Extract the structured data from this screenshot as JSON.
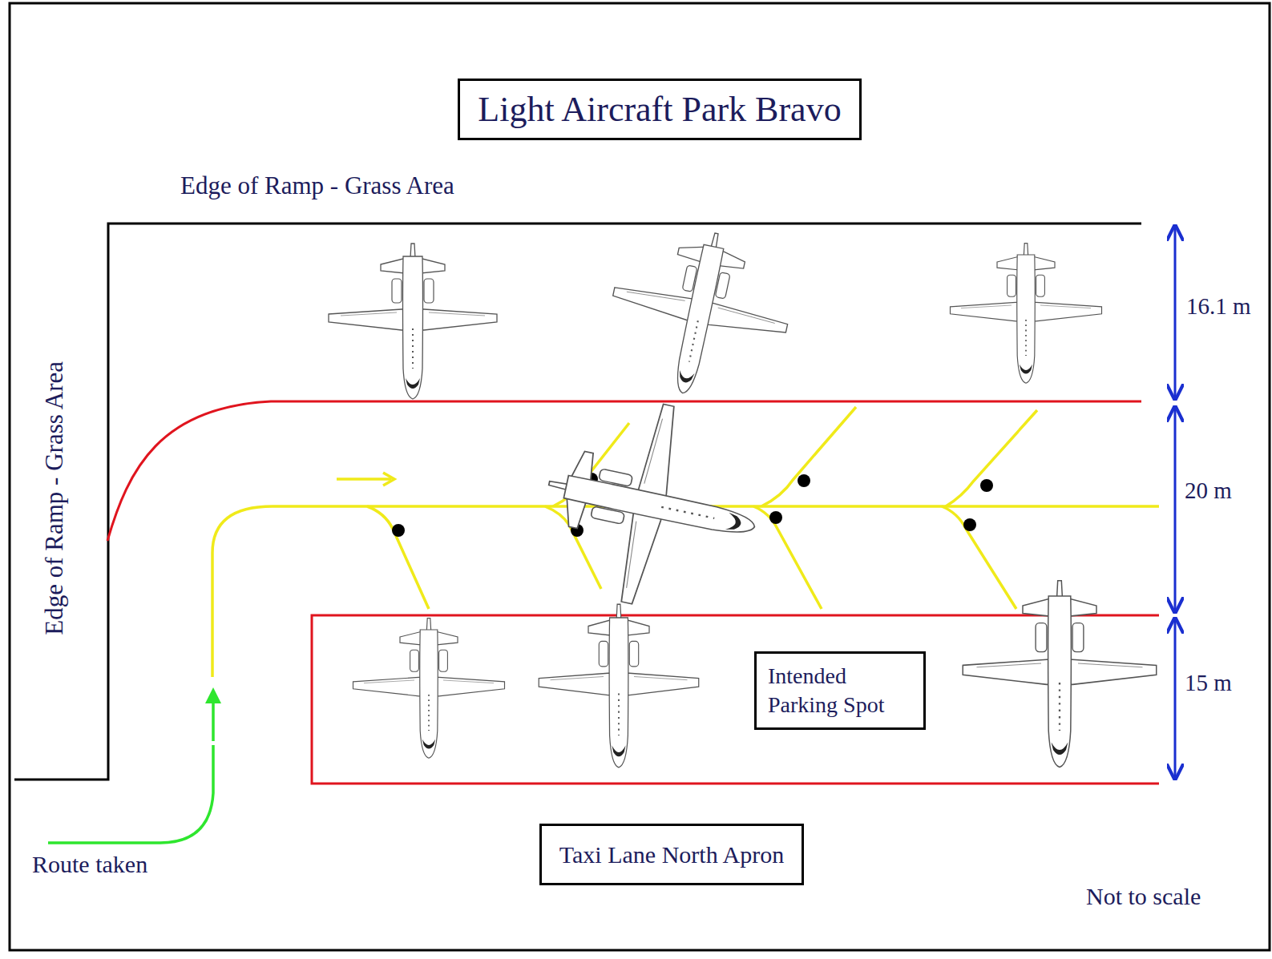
{
  "diagram": {
    "title": "Light Aircraft Park Bravo",
    "nodes": [
      {
        "text": [
          "Intended Parking Spot"
        ]
      },
      {
        "text": [
          "Taxi Lane North Apron"
        ]
      }
    ],
    "labels": [
      "Edge of Ramp - Grass Area",
      "Edge of Ramp - Grass Area",
      "16.1 m",
      "20 m",
      "15 m",
      "Route taken",
      "Not to scale"
    ]
  }
}
